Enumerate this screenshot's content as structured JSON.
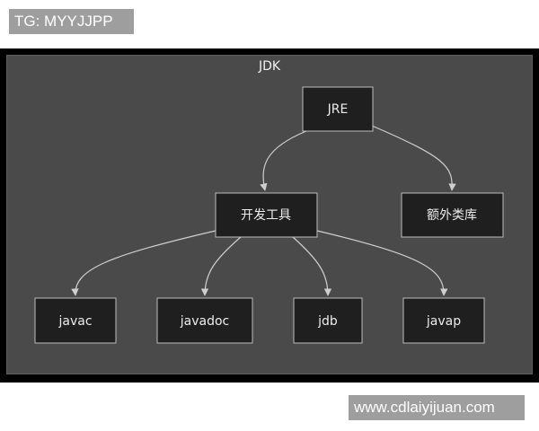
{
  "watermarks": {
    "top": "TG: MYYJJPP",
    "bottom": "www.cdlaiyijuan.com"
  },
  "diagram": {
    "title": "JDK",
    "nodes": {
      "jre": "JRE",
      "devtools": "开发工具",
      "extlib": "额外类库",
      "javac": "javac",
      "javadoc": "javadoc",
      "jdb": "jdb",
      "javap": "javap"
    },
    "edges": [
      [
        "jre",
        "devtools"
      ],
      [
        "jre",
        "extlib"
      ],
      [
        "devtools",
        "javac"
      ],
      [
        "devtools",
        "javadoc"
      ],
      [
        "devtools",
        "jdb"
      ],
      [
        "devtools",
        "javap"
      ]
    ]
  },
  "colors": {
    "panel": "#4a4a4a",
    "node_fill": "#1f1f1f",
    "node_border": "#bdbdbd",
    "edge": "#cfcfcf",
    "text": "#ececec"
  }
}
